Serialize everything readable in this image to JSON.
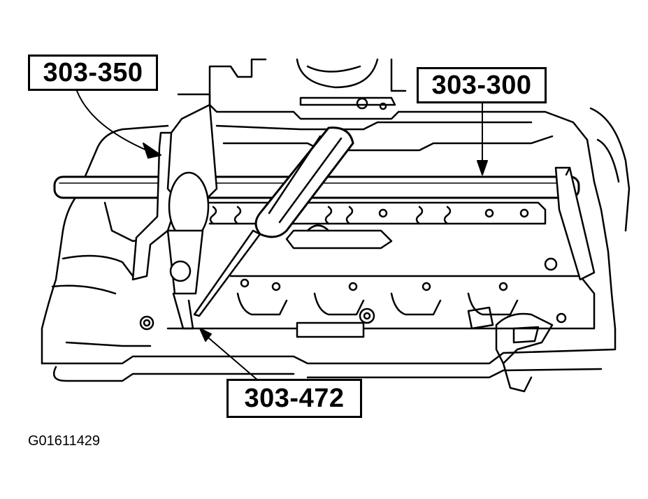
{
  "diagram": {
    "callouts": [
      {
        "id": "callout-1",
        "text": "303-350"
      },
      {
        "id": "callout-2",
        "text": "303-300"
      },
      {
        "id": "callout-3",
        "text": "303-472"
      }
    ],
    "figure_id": "G01611429"
  },
  "colors": {
    "ink": "#000000",
    "paper": "#ffffff"
  }
}
